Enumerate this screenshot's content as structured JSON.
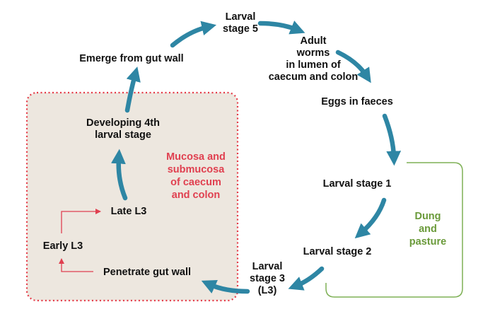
{
  "colors": {
    "cycle_arrow": "#2e86a4",
    "mucosa_box_fill": "#ede7df",
    "mucosa_box_border": "#e53a47",
    "mucosa_text": "#e04050",
    "pasture_border": "#7eb055",
    "pasture_text": "#6a9a3a",
    "small_arrow": "#e04050",
    "label_text": "#111111"
  },
  "stages": {
    "larval_stage_5": "Larval\nstage 5",
    "adult_worms": "Adult\nworms\nin lumen of\ncaecum and colon",
    "eggs_in_faeces": "Eggs in faeces",
    "larval_stage_1": "Larval stage 1",
    "larval_stage_2": "Larval stage 2",
    "larval_stage_3": "Larval\nstage 3\n(L3)",
    "penetrate_gut_wall": "Penetrate gut wall",
    "early_l3": "Early L3",
    "late_l3": "Late L3",
    "developing_4th": "Developing 4th\nlarval stage",
    "emerge_from_gut_wall": "Emerge from gut wall"
  },
  "regions": {
    "mucosa": "Mucosa and\nsubmucosa\nof caecum\nand colon",
    "pasture": "Dung\nand\npasture"
  }
}
